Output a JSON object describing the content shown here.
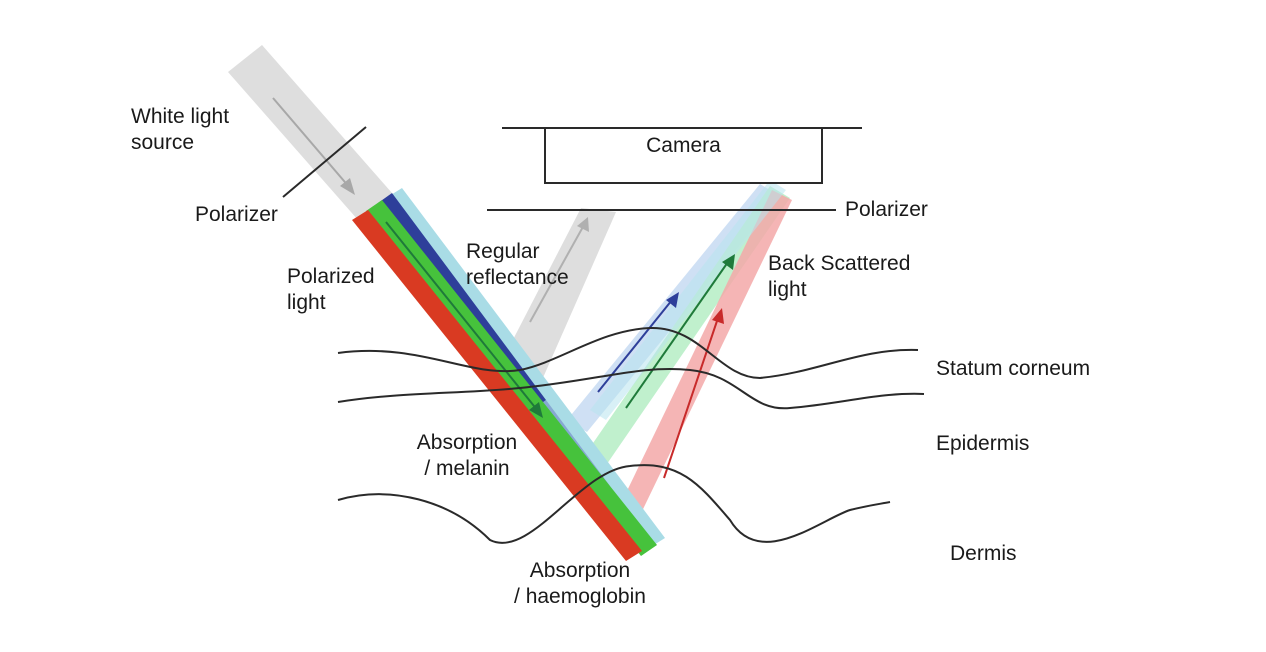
{
  "labels": {
    "white_light_source": [
      "White light",
      "source"
    ],
    "polarizer_source": "Polarizer",
    "polarized_light": [
      "Polarized",
      "light"
    ],
    "regular_reflectance": [
      "Regular",
      "reflectance"
    ],
    "camera": "Camera",
    "polarizer_camera": "Polarizer",
    "back_scattered_light": [
      "Back Scattered",
      "light"
    ],
    "stratum_corneum": "Statum corneum",
    "epidermis": "Epidermis",
    "dermis": "Dermis",
    "absorption_melanin": [
      "Absorption",
      "/ melanin"
    ],
    "absorption_haemoglobin": [
      "Absorption",
      "/ haemoglobin"
    ]
  },
  "colors": {
    "red_beam": "#d93a22",
    "green_beam": "#46c23c",
    "blue_beam": "#2e3f9a",
    "light_blue_beam": "#a9dce6",
    "grey_beam": "#dedede",
    "line": "#2a2a2a"
  }
}
